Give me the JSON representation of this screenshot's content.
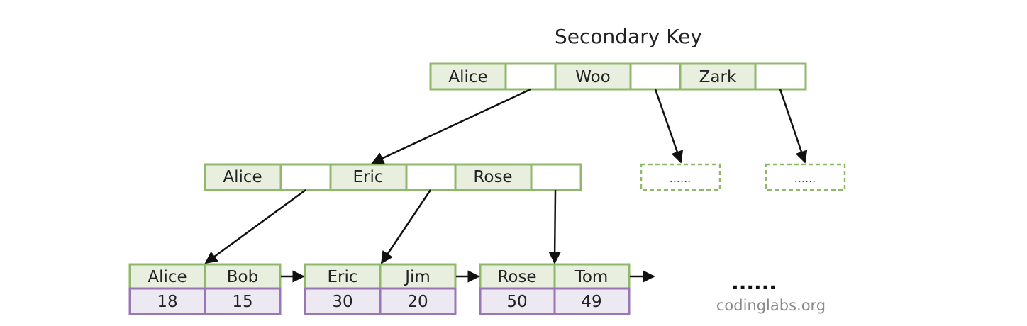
{
  "title": "Secondary Key",
  "colors": {
    "green_border": "#8fb86a",
    "green_fill": "#e9efdf",
    "purple_border": "#9877b4",
    "purple_fill": "#ece9f3",
    "arrow": "#111111"
  },
  "root_node": {
    "keys": [
      "Alice",
      "Woo",
      "Zark"
    ]
  },
  "internal_node": {
    "keys": [
      "Alice",
      "Eric",
      "Rose"
    ]
  },
  "placeholder_nodes": [
    {
      "label": "......"
    },
    {
      "label": "......"
    }
  ],
  "leaf_nodes": [
    {
      "keys": [
        "Alice",
        "Bob"
      ],
      "values": [
        "18",
        "15"
      ]
    },
    {
      "keys": [
        "Eric",
        "Jim"
      ],
      "values": [
        "30",
        "20"
      ]
    },
    {
      "keys": [
        "Rose",
        "Tom"
      ],
      "values": [
        "50",
        "49"
      ]
    }
  ],
  "more_indicator": "......",
  "watermark": "codinglabs.org"
}
